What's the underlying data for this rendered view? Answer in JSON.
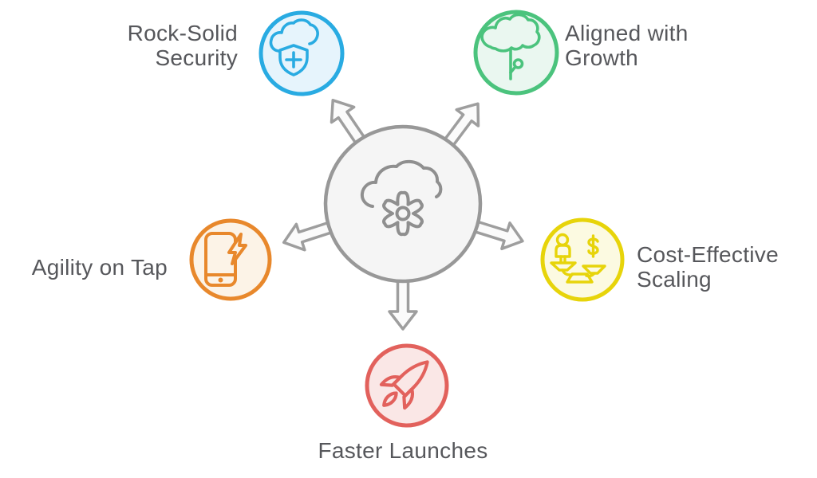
{
  "canvas": {
    "background": "#FFFFFF",
    "label_color": "#56575B"
  },
  "hub": {
    "icon": "cloud-gear-icon",
    "circle_fill": "#F5F5F5",
    "circle_stroke": "#989898",
    "icon_stroke": "#8F8F8F"
  },
  "arrows": {
    "fill": "#FBFBFB",
    "stroke": "#9E9E9E",
    "targets": [
      "security",
      "growth",
      "agility",
      "cost",
      "launch"
    ]
  },
  "nodes": [
    {
      "id": "security",
      "label": "Rock-Solid Security",
      "icon": "cloud-shield-plus-icon",
      "ring_color": "#29ABE2",
      "fill_color": "#E6F4FC"
    },
    {
      "id": "growth",
      "label": "Aligned with Growth",
      "icon": "growing-tree-icon",
      "ring_color": "#4BC37D",
      "fill_color": "#EAF7F0"
    },
    {
      "id": "agility",
      "label": "Agility on Tap",
      "icon": "smartphone-lightning-icon",
      "ring_color": "#E8882C",
      "fill_color": "#FCF3E7"
    },
    {
      "id": "cost",
      "label": "Cost-Effective Scaling",
      "icon": "balance-scale-dollar-icon",
      "ring_color": "#E7D40A",
      "fill_color": "#FCFAE1"
    },
    {
      "id": "launch",
      "label": "Faster Launches",
      "icon": "rocket-icon",
      "ring_color": "#E2615C",
      "fill_color": "#FAE7E6"
    }
  ]
}
